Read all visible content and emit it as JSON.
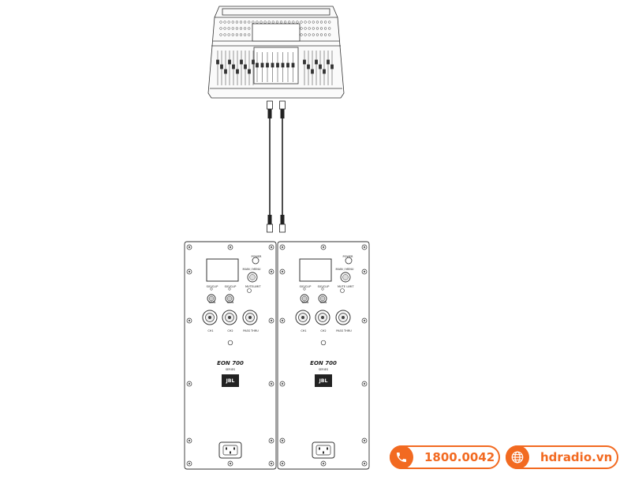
{
  "mixer": {
    "label": "digital mixing console (line drawing)"
  },
  "speakers": [
    {
      "model": "EON 700",
      "series": "SERIES",
      "brand": "JBL",
      "labels": {
        "power": "POWER",
        "main_menu": "MAIN / MENU",
        "mute": "MUTE",
        "limit": "LIMIT",
        "ch_a_signal": "SIG/CLIP",
        "ch_b_signal": "SIG/CLIP",
        "gain_a": "GAIN",
        "gain_b": "GAIN",
        "ch1": "CH1",
        "ch2": "CH2",
        "pass_thru": "PASS THRU"
      }
    },
    {
      "model": "EON 700",
      "series": "SERIES",
      "brand": "JBL",
      "labels": {
        "power": "POWER",
        "main_menu": "MAIN / MENU",
        "mute": "MUTE",
        "limit": "LIMIT",
        "ch_a_signal": "SIG/CLIP",
        "ch_b_signal": "SIG/CLIP",
        "gain_a": "GAIN",
        "gain_b": "GAIN",
        "ch1": "CH1",
        "ch2": "CH2",
        "pass_thru": "PASS THRU"
      }
    }
  ],
  "contact": {
    "phone": "1800.0042",
    "website": "hdradio.vn",
    "phone_icon": "phone-icon",
    "web_icon": "globe-icon",
    "accent_color": "#f26a21"
  }
}
